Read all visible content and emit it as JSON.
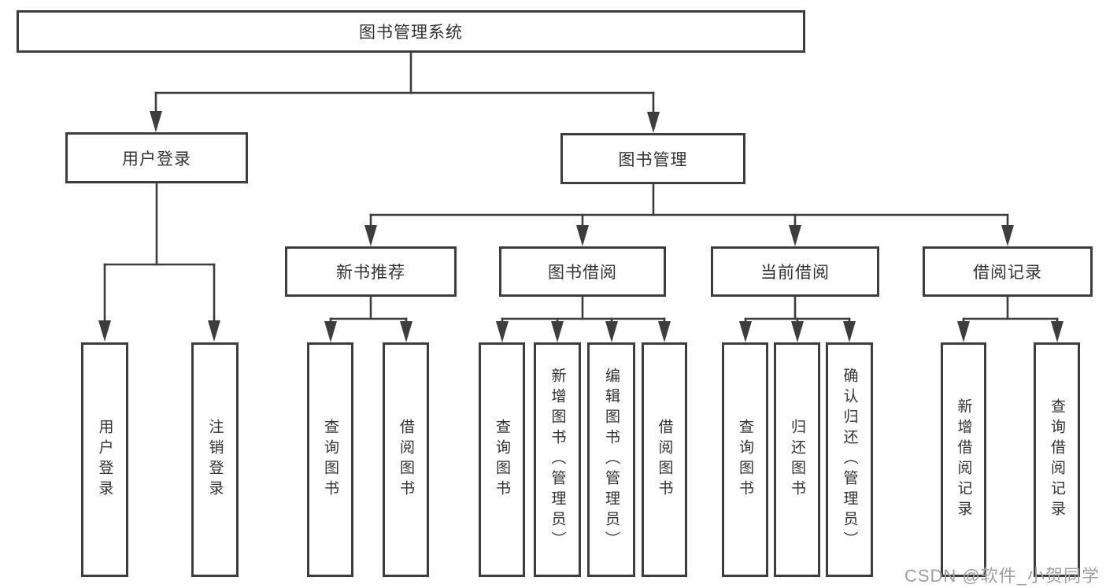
{
  "diagram": {
    "root": {
      "label": "图书管理系统"
    },
    "level2": [
      {
        "id": "user-login",
        "label": "用户登录"
      },
      {
        "id": "book-management",
        "label": "图书管理"
      }
    ],
    "level3": [
      {
        "id": "new-book-recommend",
        "label": "新书推荐"
      },
      {
        "id": "book-borrow",
        "label": "图书借阅"
      },
      {
        "id": "current-borrow",
        "label": "当前借阅"
      },
      {
        "id": "borrow-records",
        "label": "借阅记录"
      }
    ],
    "leaves": {
      "user_login": [
        {
          "label": "用户登录"
        },
        {
          "label": "注销登录"
        }
      ],
      "new_book_recommend": [
        {
          "label": "查询图书"
        },
        {
          "label": "借阅图书"
        }
      ],
      "book_borrow": [
        {
          "label": "查询图书"
        },
        {
          "label": "新增图书（管理员）"
        },
        {
          "label": "编辑图书（管理员）"
        },
        {
          "label": "借阅图书"
        }
      ],
      "current_borrow": [
        {
          "label": "查询图书"
        },
        {
          "label": "归还图书"
        },
        {
          "label": "确认归还（管理员）"
        }
      ],
      "borrow_records": [
        {
          "label": "新增借阅记录"
        },
        {
          "label": "查询借阅记录"
        }
      ]
    }
  },
  "watermark": {
    "text": "CSDN @软件_小贺同学"
  },
  "colors": {
    "line": "#3d3d3d",
    "text": "#333333",
    "watermark": "#a0a0a0",
    "background": "#ffffff"
  }
}
